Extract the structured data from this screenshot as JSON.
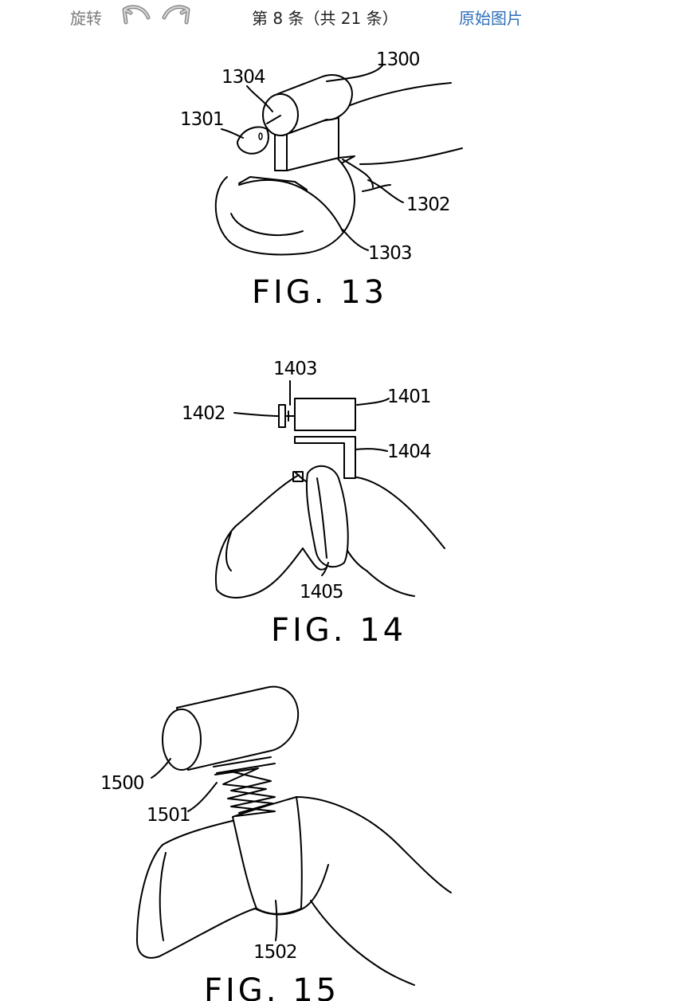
{
  "toolbar": {
    "rotate_label": "旋转",
    "rotate_left_icon": "rotate-left-icon",
    "rotate_right_icon": "rotate-right-icon",
    "page_counter": "第 8 条（共 21 条）",
    "original_image_link": "原始图片"
  },
  "colors": {
    "link": "#2f6fba",
    "muted": "#7a7a7a",
    "text": "#222222"
  },
  "figures": [
    {
      "caption": "FIG. 13",
      "labels": [
        "1300",
        "1301",
        "1302",
        "1303",
        "1304"
      ]
    },
    {
      "caption": "FIG. 14",
      "labels": [
        "1401",
        "1402",
        "1403",
        "1404",
        "1405"
      ]
    },
    {
      "caption": "FIG. 15",
      "labels": [
        "1500",
        "1501",
        "1502"
      ]
    }
  ]
}
